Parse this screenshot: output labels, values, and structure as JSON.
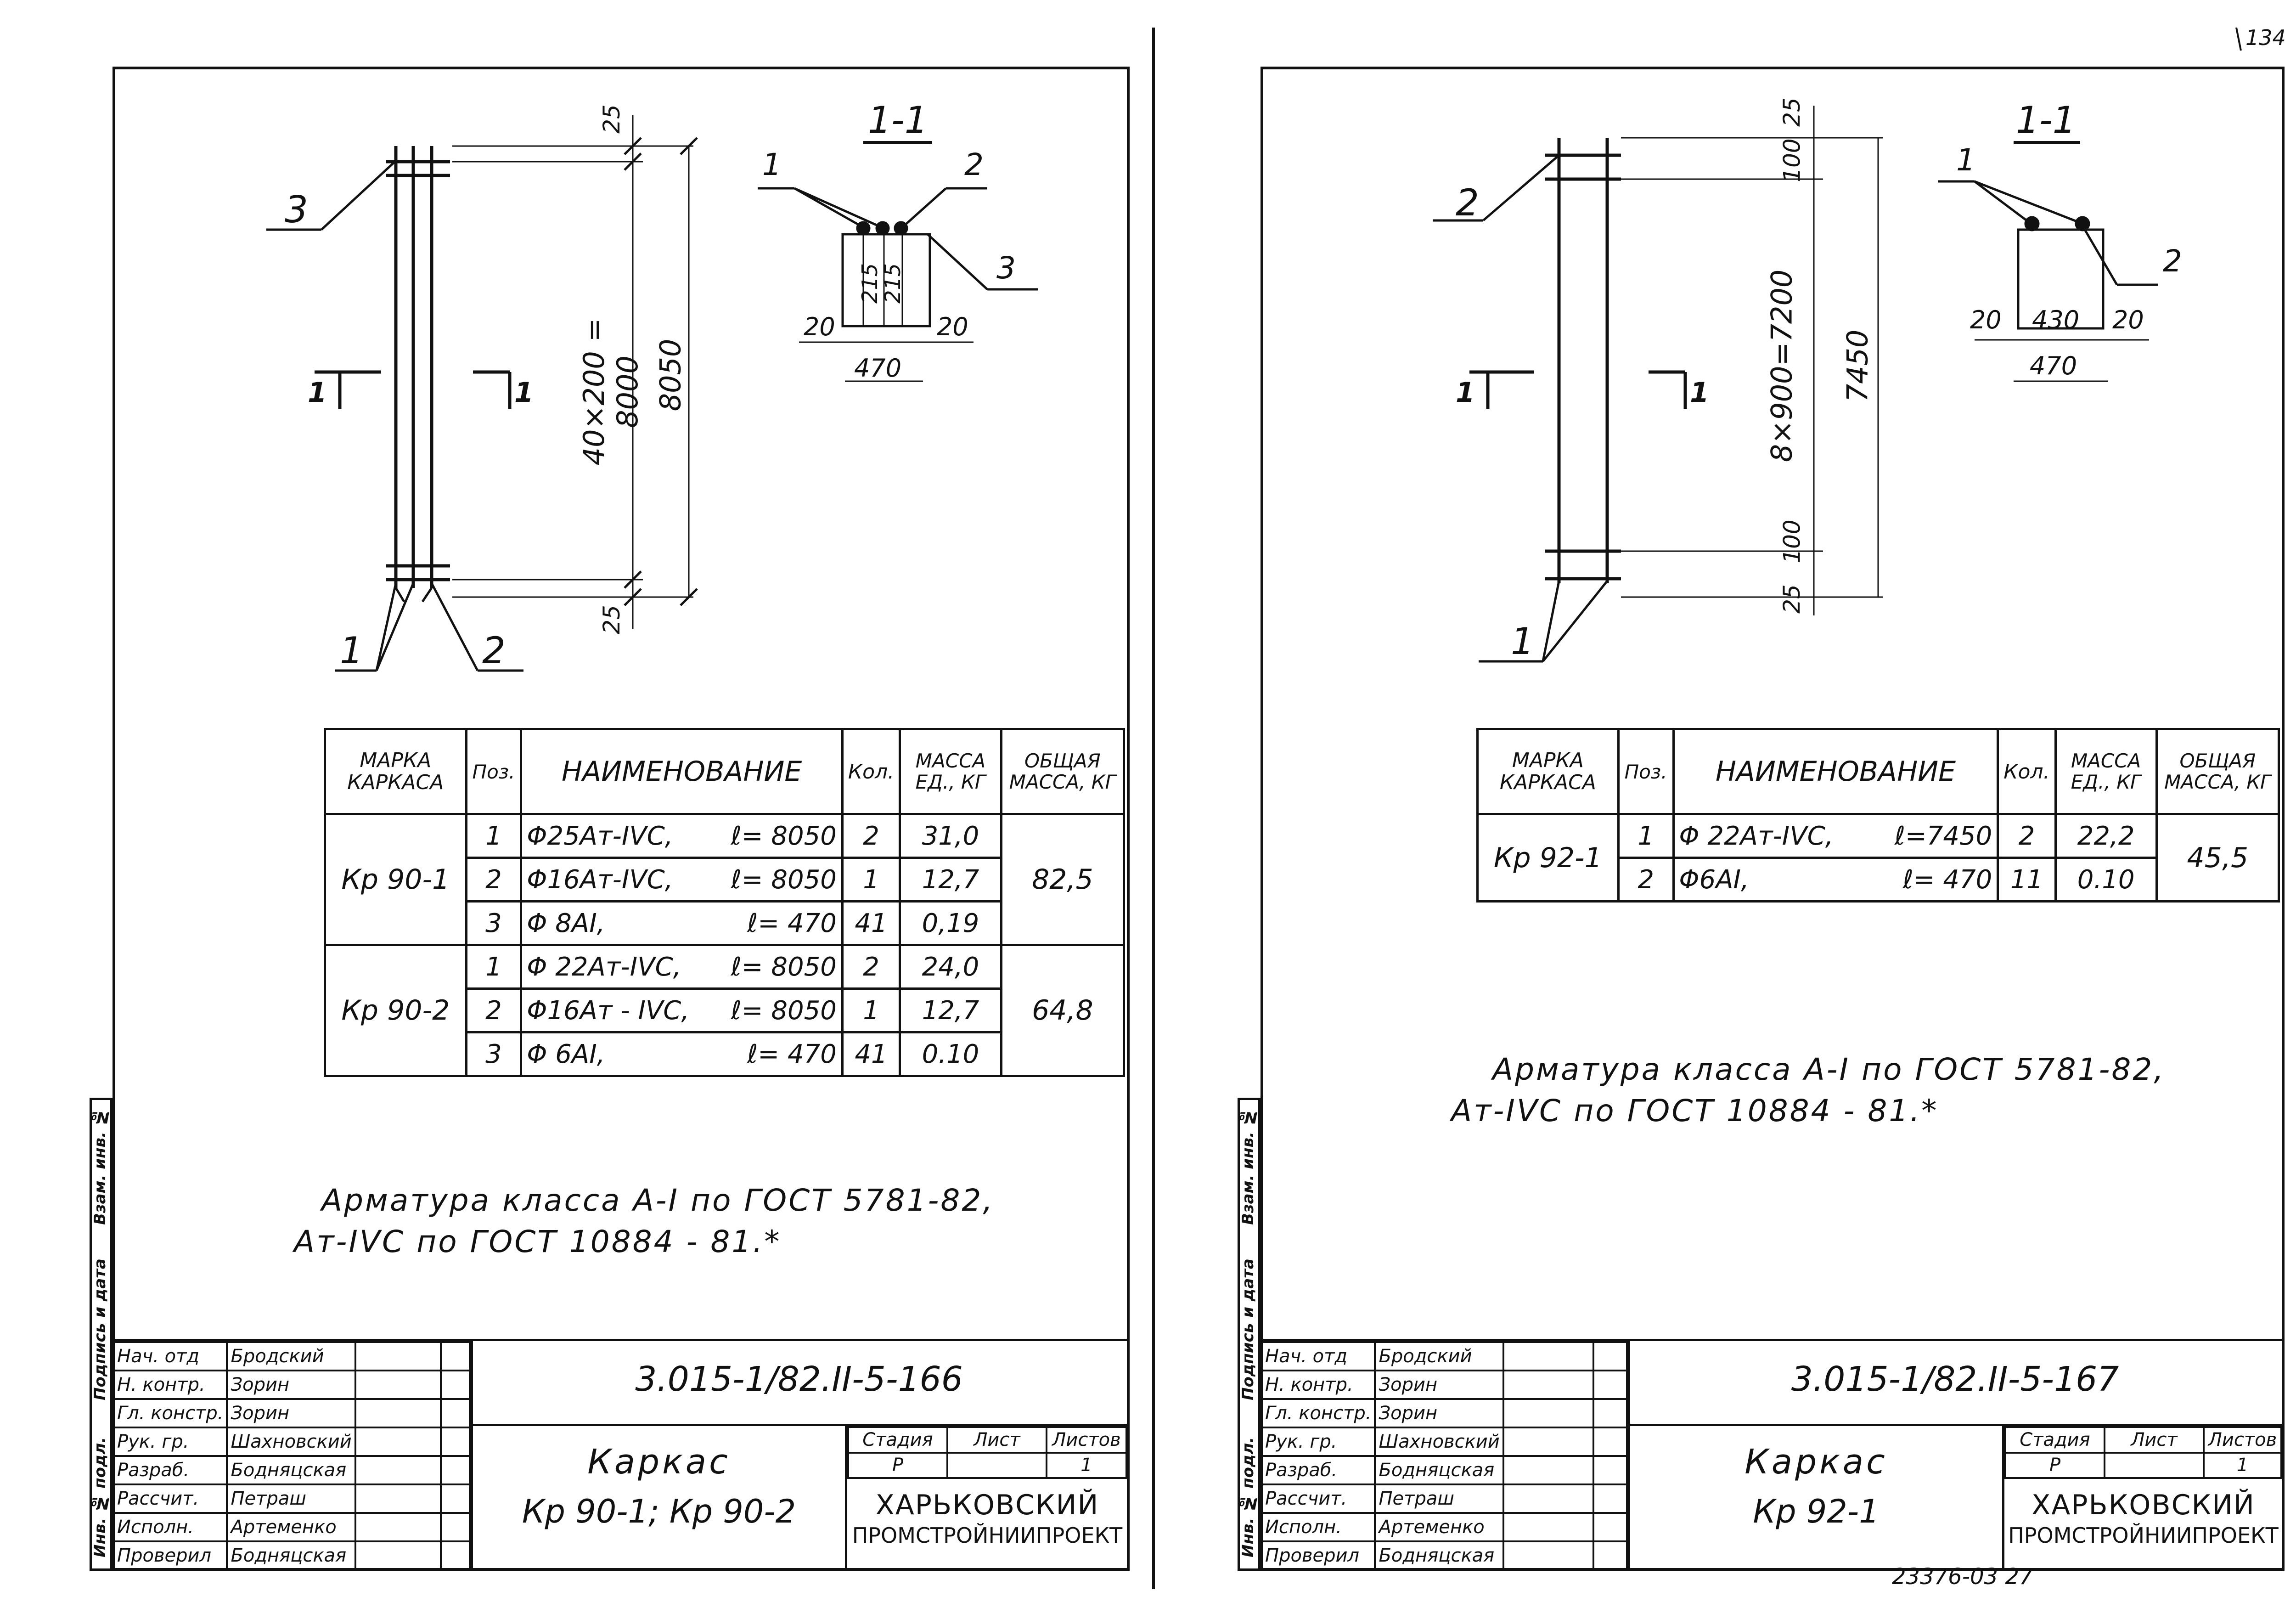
{
  "corner_page_no": "134",
  "footer_number": "23376-03  27",
  "side_stamp": {
    "inv_podl": "Инв. № подл.",
    "podpis_data": "Подпись и дата",
    "vzam_inv": "Взам. инв. №"
  },
  "table_headers": {
    "marka": "МАРКА КАРКАСА",
    "poz": "Поз.",
    "naim": "НАИМЕНОВАНИЕ",
    "kol": "Кол.",
    "massa_ed": "МАССА ЕД., КГ",
    "obsh_massa": "ОБЩАЯ МАССА, КГ"
  },
  "titleblock_roles": [
    "Нач. отд",
    "Н. контр.",
    "Гл. констр.",
    "Рук. гр.",
    "Разраб.",
    "Рассчит.",
    "Исполн.",
    "Проверил"
  ],
  "titleblock_names": [
    "Бродский",
    "Зорин",
    "Зорин",
    "Шахновский",
    "Бодняцская",
    "Петраш",
    "Артеменко",
    "Бодняцская"
  ],
  "titleblock_labels": {
    "stadiya": "Стадия",
    "list": "Лист",
    "listov": "Листов"
  },
  "org": [
    "ХАРЬКОВСКИЙ",
    "ПРОМСТРОЙНИИПРОЕКТ"
  ],
  "sheets": [
    {
      "section_label": "1-1",
      "cut_marks": [
        "1",
        "1"
      ],
      "dims": {
        "top": "25",
        "bottom": "25",
        "span": "40×200 = 8000",
        "total": "8050",
        "sec_left": "20",
        "sec_mid1": "215",
        "sec_mid2": "215",
        "sec_right": "20",
        "sec_total": "470"
      },
      "callouts": {
        "a": "3",
        "b": "1",
        "c": "2",
        "s1": "1",
        "s2": "2",
        "s3": "3"
      },
      "rows": [
        {
          "marka": "Кр 90-1",
          "total": "82,5",
          "items": [
            {
              "poz": "1",
              "naim": "Φ25Ат-IVС,",
              "len": "ℓ= 8050",
              "kol": "2",
              "mass": "31,0"
            },
            {
              "poz": "2",
              "naim": "Φ16Ат-IVС,",
              "len": "ℓ= 8050",
              "kol": "1",
              "mass": "12,7"
            },
            {
              "poz": "3",
              "naim": "Φ 8AI,",
              "len": "ℓ= 470",
              "kol": "41",
              "mass": "0,19"
            }
          ]
        },
        {
          "marka": "Кр 90-2",
          "total": "64,8",
          "items": [
            {
              "poz": "1",
              "naim": "Φ 22Ат-IVС,",
              "len": "ℓ= 8050",
              "kol": "2",
              "mass": "24,0"
            },
            {
              "poz": "2",
              "naim": "Φ16Ат - IVС,",
              "len": "ℓ= 8050",
              "kol": "1",
              "mass": "12,7"
            },
            {
              "poz": "3",
              "naim": "Φ 6AI,",
              "len": "ℓ= 470",
              "kol": "41",
              "mass": "0.10"
            }
          ]
        }
      ],
      "note_line1": "Арматура класса А-I по ГОСТ 5781-82,",
      "note_line2": "Ат-IVС по ГОСТ 10884 - 81.*",
      "doc_number": "3.015-1/82.II-5-166",
      "title_line1": "Каркас",
      "title_line2": "Кр 90-1;  Кр 90-2",
      "stadiya": "Р",
      "list": "1"
    },
    {
      "section_label": "1-1",
      "cut_marks": [
        "1",
        "1"
      ],
      "dims": {
        "top": "25",
        "top2": "100",
        "span": "8×900=7200",
        "total": "7450",
        "bottom2": "100",
        "bottom": "25",
        "sec_left": "20",
        "sec_mid": "430",
        "sec_right": "20",
        "sec_total": "470"
      },
      "callouts": {
        "a": "2",
        "b": "1",
        "s1": "1",
        "s2": "2"
      },
      "rows": [
        {
          "marka": "Кр 92-1",
          "total": "45,5",
          "items": [
            {
              "poz": "1",
              "naim": "Φ 22Ат-IVС,",
              "len": "ℓ=7450",
              "kol": "2",
              "mass": "22,2"
            },
            {
              "poz": "2",
              "naim": "Φ6AI,",
              "len": "ℓ= 470",
              "kol": "11",
              "mass": "0.10"
            }
          ]
        }
      ],
      "note_line1": "Арматура класса А-I по ГОСТ 5781-82,",
      "note_line2": "Ат-IVС по ГОСТ 10884 - 81.*",
      "doc_number": "3.015-1/82.II-5-167",
      "title_line1": "Каркас",
      "title_line2": "Кр 92-1",
      "stadiya": "Р",
      "list": "1"
    }
  ]
}
